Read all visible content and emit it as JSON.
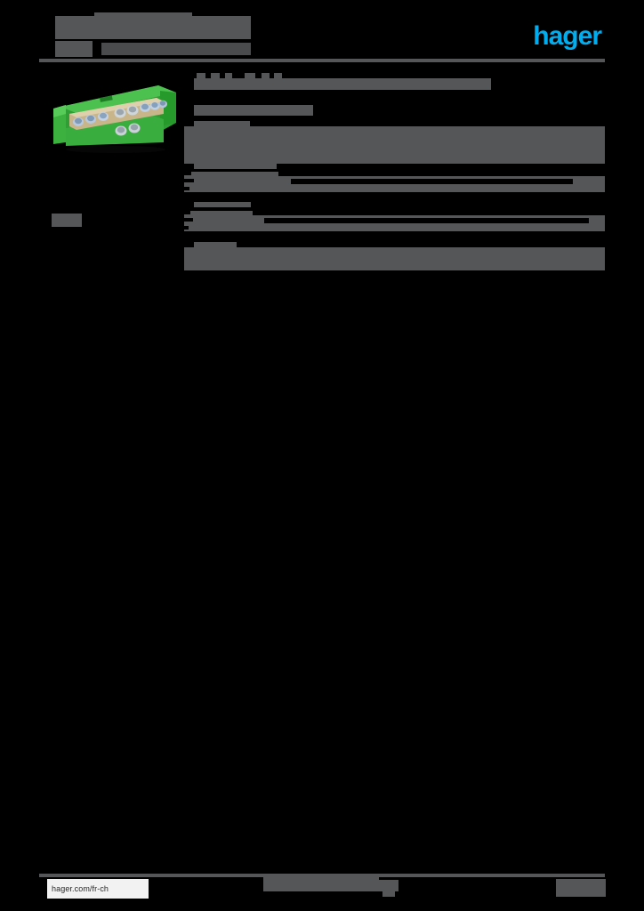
{
  "document": {
    "type": "product-datasheet",
    "brand": "hager",
    "brand_color": "#00aeef",
    "page_background": "#000000",
    "redaction_color": "#555657",
    "title": "",
    "subtitle_left": "",
    "subtitle_right": ""
  },
  "header": {
    "title": "",
    "title_cap": "",
    "subtitle_left": "",
    "subtitle_right": "",
    "logo_text": "hager"
  },
  "left_column": {
    "product_image": "product-photo-green-terminal-block",
    "reference_label": ""
  },
  "right_column": {
    "product_name": "",
    "product_name_cap": "",
    "catalogue_line": "",
    "description_heading": "",
    "description_body": "",
    "spec_rows": [
      {
        "label": "",
        "value": ""
      },
      {
        "label": "",
        "value": ""
      }
    ],
    "footer_band_label": "",
    "footer_band_body": ""
  },
  "footer": {
    "url": "hager.com/fr-ch",
    "center_note": "",
    "center_note_cap": "",
    "page_number": ""
  }
}
